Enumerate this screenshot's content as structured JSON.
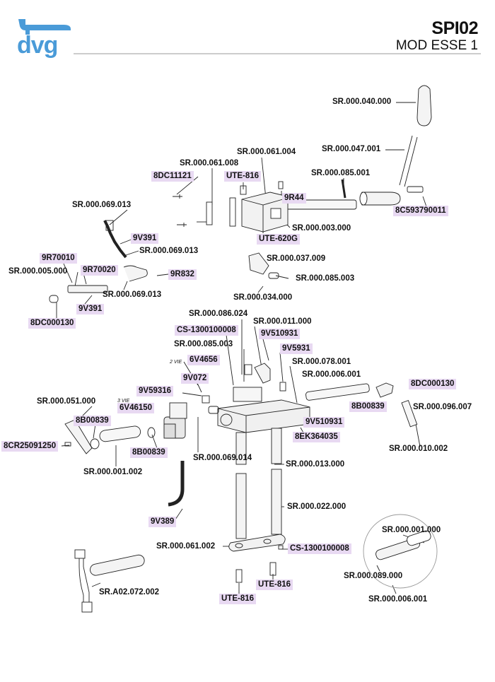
{
  "header": {
    "logo_text": "dvg",
    "title": "SPI02",
    "subtitle": "MOD ESSE 1",
    "accent_color": "#4a9bd8",
    "highlight_color": "#e8d9f2"
  },
  "labels": {
    "sr_000_040_000": "SR.000.040.000",
    "sr_000_047_001": "SR.000.047.001",
    "sr_000_061_004": "SR.000.061.004",
    "sr_000_061_008": "SR.000.061.008",
    "dc11121": "8DC11121",
    "ute816_top": "UTE-816",
    "sr_000_085_001": "SR.000.085.001",
    "r44": "9R44",
    "c593790011": "8C593790011",
    "sr_000_069_013_a": "SR.000.069.013",
    "sr_000_003_000": "SR.000.003.000",
    "v391_a": "9V391",
    "ute620g": "UTE-620G",
    "sr_000_069_013_b": "SR.000.069.013",
    "r70010": "9R70010",
    "sr_000_037_009": "SR.000.037.009",
    "sr_000_005_000": "SR.000.005.000",
    "r70020": "9R70020",
    "r832": "9R832",
    "sr_000_085_003_a": "SR.000.085.003",
    "sr_000_069_013_c": "SR.000.069.013",
    "sr_000_034_000": "SR.000.034.000",
    "v391_b": "9V391",
    "dc000130_a": "8DC000130",
    "sr_000_086_024": "SR.000.086.024",
    "sr_000_011_000": "SR.000.011.000",
    "cs1300100008_a": "CS-1300100008",
    "v510931_a": "9V510931",
    "sr_000_085_003_b": "SR.000.085.003",
    "v5931": "9V5931",
    "vie2": "2 VIE",
    "v4656": "6V4656",
    "sr_000_078_001": "SR.000.078.001",
    "sr_000_006_001_a": "SR.000.006.001",
    "v072": "9V072",
    "v59316": "9V59316",
    "dc000130_b": "8DC000130",
    "vie3": "3 VIE",
    "sr_000_051_000": "SR.000.051.000",
    "v46150": "6V46150",
    "b00839_a": "8B00839",
    "sr_000_096_007": "SR.000.096.007",
    "b00839_b": "8B00839",
    "v510931_b": "9V510931",
    "cr25091250": "8CR25091250",
    "ek364035": "8EK364035",
    "b00839_c": "8B00839",
    "sr_000_010_002": "SR.000.010.002",
    "sr_000_069_014": "SR.000.069.014",
    "sr_000_001_002": "SR.000.001.002",
    "sr_000_013_000": "SR.000.013.000",
    "sr_000_022_000": "SR.000.022.000",
    "v389": "9V389",
    "sr_000_001_000": "SR.000.001.000",
    "sr_000_061_002": "SR.000.061.002",
    "cs1300100008_b": "CS-1300100008",
    "sr_000_089_000": "SR.000.089.000",
    "ute816_b1": "UTE-816",
    "sr_a02_072_002": "SR.A02.072.002",
    "sr_000_006_001_b": "SR.000.006.001",
    "ute816_b2": "UTE-816"
  }
}
